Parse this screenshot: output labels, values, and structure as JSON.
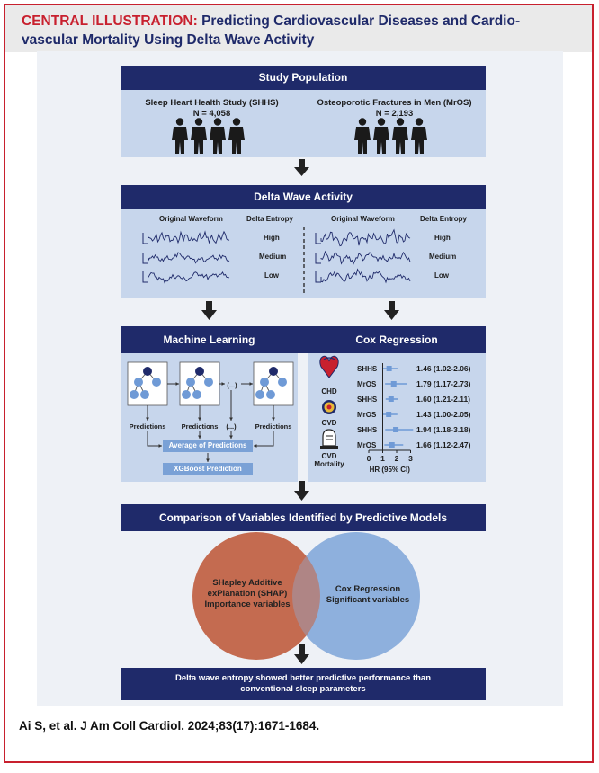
{
  "header": {
    "tag": "CENTRAL ILLUSTRATION:",
    "title_line1": "Predicting Cardiovascular Diseases and Cardio-",
    "title_line2": "vascular Mortality Using Delta Wave Activity"
  },
  "study_population": {
    "title": "Study Population",
    "cohorts": [
      {
        "name": "Sleep Heart Health Study (SHHS)",
        "n": "N = 4,058"
      },
      {
        "name": "Osteoporotic Fractures in Men (MrOS)",
        "n": "N = 2,193"
      }
    ],
    "icon": "person-silhouette-icon"
  },
  "delta": {
    "title": "Delta Wave Activity",
    "col_waveform": "Original Waveform",
    "col_entropy": "Delta Entropy",
    "levels": [
      "High",
      "Medium",
      "Low"
    ]
  },
  "ml": {
    "title": "Machine Learning",
    "predictions": "Predictions",
    "ellipsis": "(...)",
    "average": "Average of Predictions",
    "xgboost": "XGBoost Prediction"
  },
  "cox": {
    "title": "Cox Regression",
    "outcomes": [
      "CHD",
      "CVD",
      "CVD Mortality"
    ],
    "rows": [
      {
        "cohort": "SHHS",
        "hr": 1.46,
        "lo": 1.02,
        "hi": 2.06,
        "text": "1.46 (1.02-2.06)"
      },
      {
        "cohort": "MrOS",
        "hr": 1.79,
        "lo": 1.17,
        "hi": 2.73,
        "text": "1.79 (1.17-2.73)"
      },
      {
        "cohort": "SHHS",
        "hr": 1.6,
        "lo": 1.21,
        "hi": 2.11,
        "text": "1.60 (1.21-2.11)"
      },
      {
        "cohort": "MrOS",
        "hr": 1.43,
        "lo": 1.0,
        "hi": 2.05,
        "text": "1.43 (1.00-2.05)"
      },
      {
        "cohort": "SHHS",
        "hr": 1.94,
        "lo": 1.18,
        "hi": 3.18,
        "text": "1.94 (1.18-3.18)"
      },
      {
        "cohort": "MrOS",
        "hr": 1.66,
        "lo": 1.12,
        "hi": 2.47,
        "text": "1.66 (1.12-2.47)"
      }
    ],
    "axis_ticks": [
      "0",
      "1",
      "2",
      "3"
    ],
    "axis_label": "HR (95% CI)"
  },
  "comparison": {
    "title": "Comparison of Variables Identified by Predictive Models",
    "left": [
      "SHapley Additive",
      "exPlanation (SHAP)",
      "Importance variables"
    ],
    "right": [
      "Cox Regression",
      "Significant variables"
    ]
  },
  "conclusion": {
    "line1": "Delta wave entropy showed better predictive performance than",
    "line2": "conventional sleep parameters"
  },
  "citation": "Ai S, et al. J Am Coll Cardiol. 2024;83(17):1671-1684.",
  "colors": {
    "navy": "#1f2a6a",
    "red": "#c8202e",
    "box_blue": "#c7d6ec",
    "venn_left": "#c46b50",
    "venn_right": "#8fb0dd",
    "node_navy": "#1f2a6a",
    "node_blue": "#6f9ad6"
  }
}
